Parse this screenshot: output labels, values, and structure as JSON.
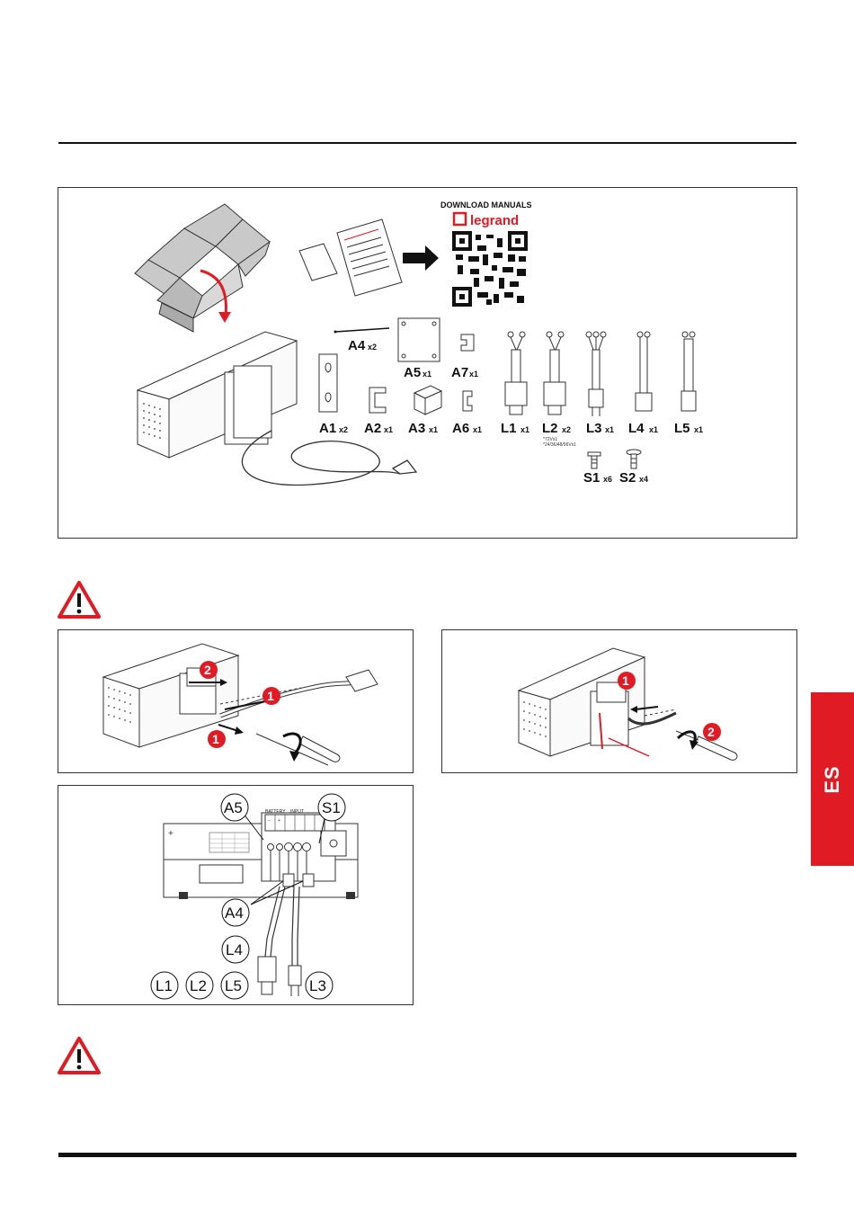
{
  "language_tab": "ES",
  "download": {
    "title": "DOWNLOAD MANUALS",
    "brand": "legrand"
  },
  "parts": [
    {
      "code": "A4",
      "qty": "x2"
    },
    {
      "code": "A5",
      "qty": "x1"
    },
    {
      "code": "A7",
      "qty": "x1"
    },
    {
      "code": "A1",
      "qty": "x2"
    },
    {
      "code": "A2",
      "qty": "x1"
    },
    {
      "code": "A3",
      "qty": "x1"
    },
    {
      "code": "A6",
      "qty": "x1"
    },
    {
      "code": "L1",
      "qty": "x1"
    },
    {
      "code": "L2",
      "qty": "x2"
    },
    {
      "code": "L3",
      "qty": "x1"
    },
    {
      "code": "L4",
      "qty": "x1"
    },
    {
      "code": "L5",
      "qty": "x1"
    },
    {
      "code": "S1",
      "qty": "x6"
    },
    {
      "code": "S2",
      "qty": "x4"
    }
  ],
  "l2_note": [
    "*72Vx1",
    "*24/36/48/96Vx1"
  ],
  "steps": {
    "one": "1",
    "two": "2"
  },
  "wiring": {
    "callouts": {
      "a5": "A5",
      "s1": "S1",
      "a4": "A4",
      "l4": "L4",
      "l1": "L1",
      "l2": "L2",
      "l5": "L5",
      "l3": "L3"
    },
    "terminal_labels": {
      "battery": "BATTERY",
      "input": "INPUT",
      "minus": "−",
      "plus": "+"
    }
  },
  "colors": {
    "accent": "#e01b24",
    "line": "#111111"
  },
  "icons": [
    "warning-icon",
    "qr-code-icon",
    "arrow-right-icon",
    "legrand-logo"
  ]
}
